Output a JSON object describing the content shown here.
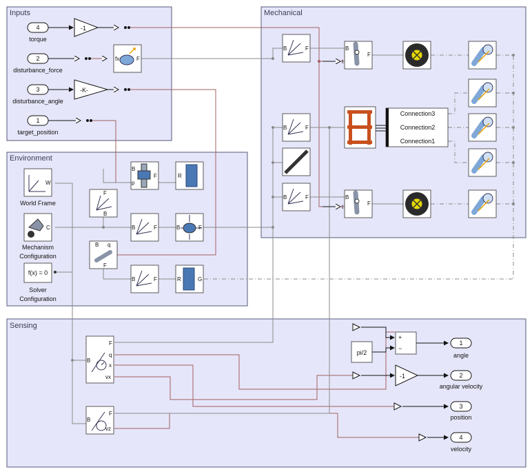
{
  "areas": {
    "inputs": "Inputs",
    "environment": "Environment",
    "mechanical": "Mechanical",
    "sensing": "Sensing"
  },
  "inports": [
    {
      "num": "4",
      "name": "torque"
    },
    {
      "num": "2",
      "name": "disturbance_force"
    },
    {
      "num": "3",
      "name": "disturbance_angle"
    },
    {
      "num": "1",
      "name": "target_position"
    }
  ],
  "outports": [
    {
      "num": "1",
      "name": "angle"
    },
    {
      "num": "2",
      "name": "angular velocity"
    },
    {
      "num": "3",
      "name": "position"
    },
    {
      "num": "4",
      "name": "velocity"
    }
  ],
  "blocks": {
    "neg_gain": "-1",
    "k_gain": "-K-",
    "world_frame": "World Frame",
    "mechanism_config": "Mechanism\nConfiguration",
    "solver_config": "Solver\nConfiguration",
    "solver_expr": "f(x) = 0",
    "pi_half": "pi/2",
    "sense_gain": "-1",
    "sum_plus": "+",
    "sum_minus": "−",
    "conn3": "Connection3",
    "conn2": "Connection2",
    "conn1": "Connection1"
  },
  "ports": {
    "B": "B",
    "F": "F",
    "R": "R",
    "G": "G",
    "W": "W",
    "C": "C",
    "p": "p",
    "q": "q",
    "t": "t",
    "x": "x",
    "vx": "vx",
    "vz": "vz",
    "fx": "fx"
  },
  "colors": {
    "area_fill": "#e6e6fa",
    "area_border": "#555a78",
    "signal_wire": "#a06060",
    "physical_wire": "#8a8a8a",
    "chassis": "#c8501e",
    "body": "#4a78b4"
  }
}
